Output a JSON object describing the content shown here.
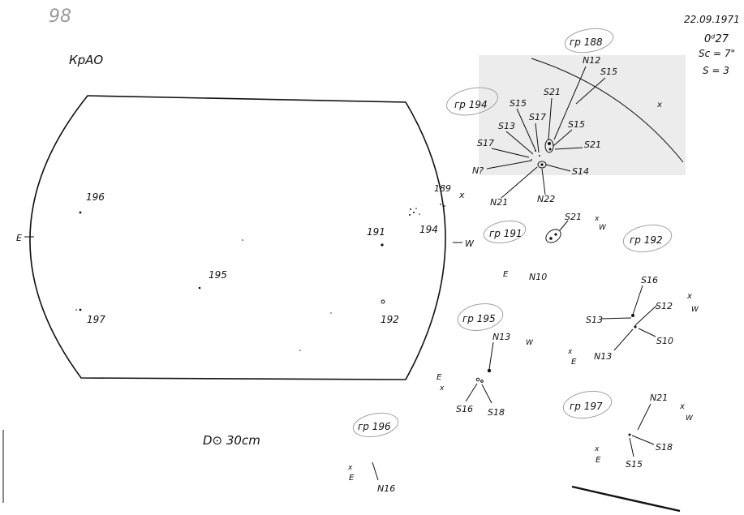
{
  "page_number": "98",
  "observatory": "КрАО",
  "date": "22.09.1971",
  "time": "0ᵈ27",
  "seeing_sc": "Sc = 7\"",
  "seeing_s": "S = 3",
  "disk_compass": {
    "east": "E",
    "west": "W",
    "north": "x"
  },
  "disk_groups": [
    {
      "id": "g196",
      "label": "196"
    },
    {
      "id": "g197",
      "label": "197"
    },
    {
      "id": "g195",
      "label": "195"
    },
    {
      "id": "g191",
      "label": "191"
    },
    {
      "id": "g192",
      "label": "192"
    },
    {
      "id": "g194",
      "label": "194"
    },
    {
      "id": "g189",
      "label": "189"
    }
  ],
  "diameter_note": "D⊙ 30cm",
  "details": {
    "g188": {
      "title": "гр 188",
      "labels": [
        "N12",
        "S15"
      ],
      "marker": "x"
    },
    "g194": {
      "title": "гр 194",
      "labels": [
        "S15",
        "S21",
        "S13",
        "S17",
        "S15",
        "S17",
        "S21",
        "N?",
        "S14",
        "N21",
        "N22"
      ]
    },
    "g191": {
      "title": "гр 191",
      "labels": [
        "S21",
        "x",
        "W",
        "E",
        "N10"
      ]
    },
    "g192": {
      "title": "гр 192",
      "labels": [
        "S16",
        "S13",
        "S12",
        "N13",
        "S10",
        "x",
        "W",
        "x",
        "E"
      ]
    },
    "g195": {
      "title": "гр 195",
      "labels": [
        "N13",
        "W",
        "E",
        "x",
        "S16",
        "S18"
      ]
    },
    "g196": {
      "title": "гр 196",
      "labels": [
        "x",
        "E",
        "N16"
      ]
    },
    "g197": {
      "title": "гр 197",
      "labels": [
        "N21",
        "x",
        "W",
        "x",
        "E",
        "S15",
        "S18"
      ]
    }
  }
}
